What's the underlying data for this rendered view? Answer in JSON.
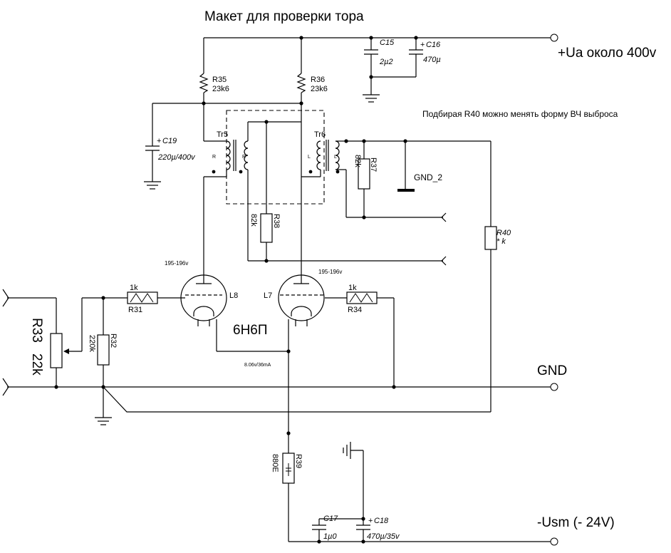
{
  "title": "Макет для проверки тора",
  "note": "Подбирая R40 можно менять форму ВЧ выброса",
  "terminals": {
    "ua": "+Ua  около 400v",
    "gnd": "GND",
    "usm": "-Usm (- 24V)",
    "gnd2": "GND_2"
  },
  "tube": {
    "type": "6Н6П",
    "left": "L8",
    "right": "L7",
    "voltage_left": "195-196v",
    "voltage_right": "195-196v",
    "cathode": "8.06v/36mA"
  },
  "transformers": {
    "left": {
      "name": "Tr5",
      "mark_a": "R",
      "mark_b": "R"
    },
    "right": {
      "name": "Tr6",
      "mark_a": "L",
      "mark_b": "L"
    }
  },
  "components": {
    "R35": {
      "name": "R35",
      "value": "23k6"
    },
    "R36": {
      "name": "R36",
      "value": "23k6"
    },
    "R37": {
      "name": "R37",
      "value": "82k"
    },
    "R38": {
      "name": "R38",
      "value": "82k"
    },
    "R40": {
      "name": "R40",
      "value": "* k"
    },
    "R31": {
      "name": "R31",
      "value": "1k"
    },
    "R34": {
      "name": "R34",
      "value": "1k"
    },
    "R32": {
      "name": "R32",
      "value": "220k"
    },
    "R33": {
      "name": "R33",
      "value": "22k"
    },
    "R39": {
      "name": "R39",
      "value": "880E"
    },
    "C15": {
      "name": "C15",
      "value": "2µ2"
    },
    "C16": {
      "name": "C16",
      "value": "470µ"
    },
    "C19": {
      "name": "C19",
      "value": "220µ/400v"
    },
    "C17": {
      "name": "C17",
      "value": "1µ0"
    },
    "C18": {
      "name": "C18",
      "value": "470µ/35v"
    }
  },
  "plus_sign": "+"
}
